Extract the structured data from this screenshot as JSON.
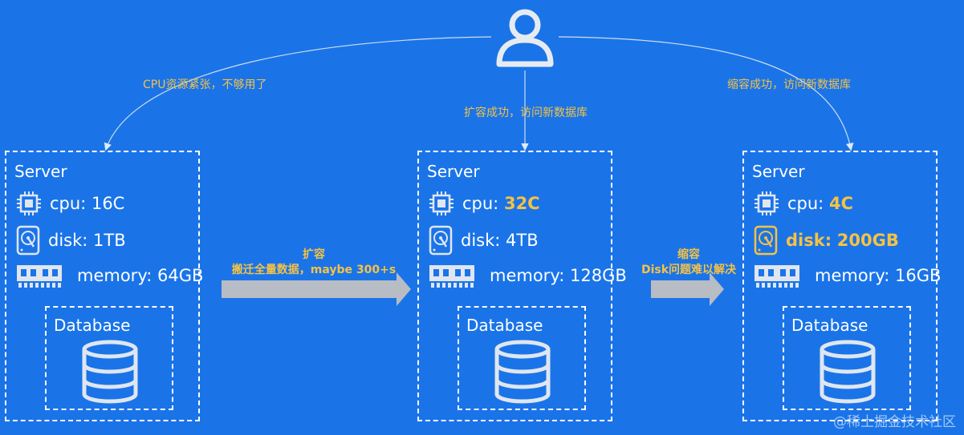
{
  "user_icon": "user-icon",
  "edges": {
    "left_label": "CPU资源紧张，不够用了",
    "middle_label": "扩容成功，访问新数据库",
    "right_label": "缩容成功，访问新数据库"
  },
  "arrows": {
    "scale_up": {
      "title": "扩容",
      "subtitle": "搬迁全量数据，maybe 300+s"
    },
    "scale_down": {
      "title": "缩容",
      "subtitle": "Disk问题难以解决"
    }
  },
  "servers": [
    {
      "title": "Server",
      "cpu_label": "cpu:",
      "cpu_value": "16C",
      "disk_label": "disk:",
      "disk_value": "1TB",
      "memory_label": "memory:",
      "memory_value": "64GB",
      "database_label": "Database"
    },
    {
      "title": "Server",
      "cpu_label": "cpu:",
      "cpu_value": "32C",
      "disk_label": "disk:",
      "disk_value": "4TB",
      "memory_label": "memory:",
      "memory_value": "128GB",
      "database_label": "Database"
    },
    {
      "title": "Server",
      "cpu_label": "cpu:",
      "cpu_value": "4C",
      "disk_label": "disk:",
      "disk_value": "200GB",
      "memory_label": "memory:",
      "memory_value": "16GB",
      "database_label": "Database"
    }
  ],
  "highlight_color": "#f5c244",
  "background_color": "#1a74e8",
  "watermark": "@稀土掘金技术社区"
}
